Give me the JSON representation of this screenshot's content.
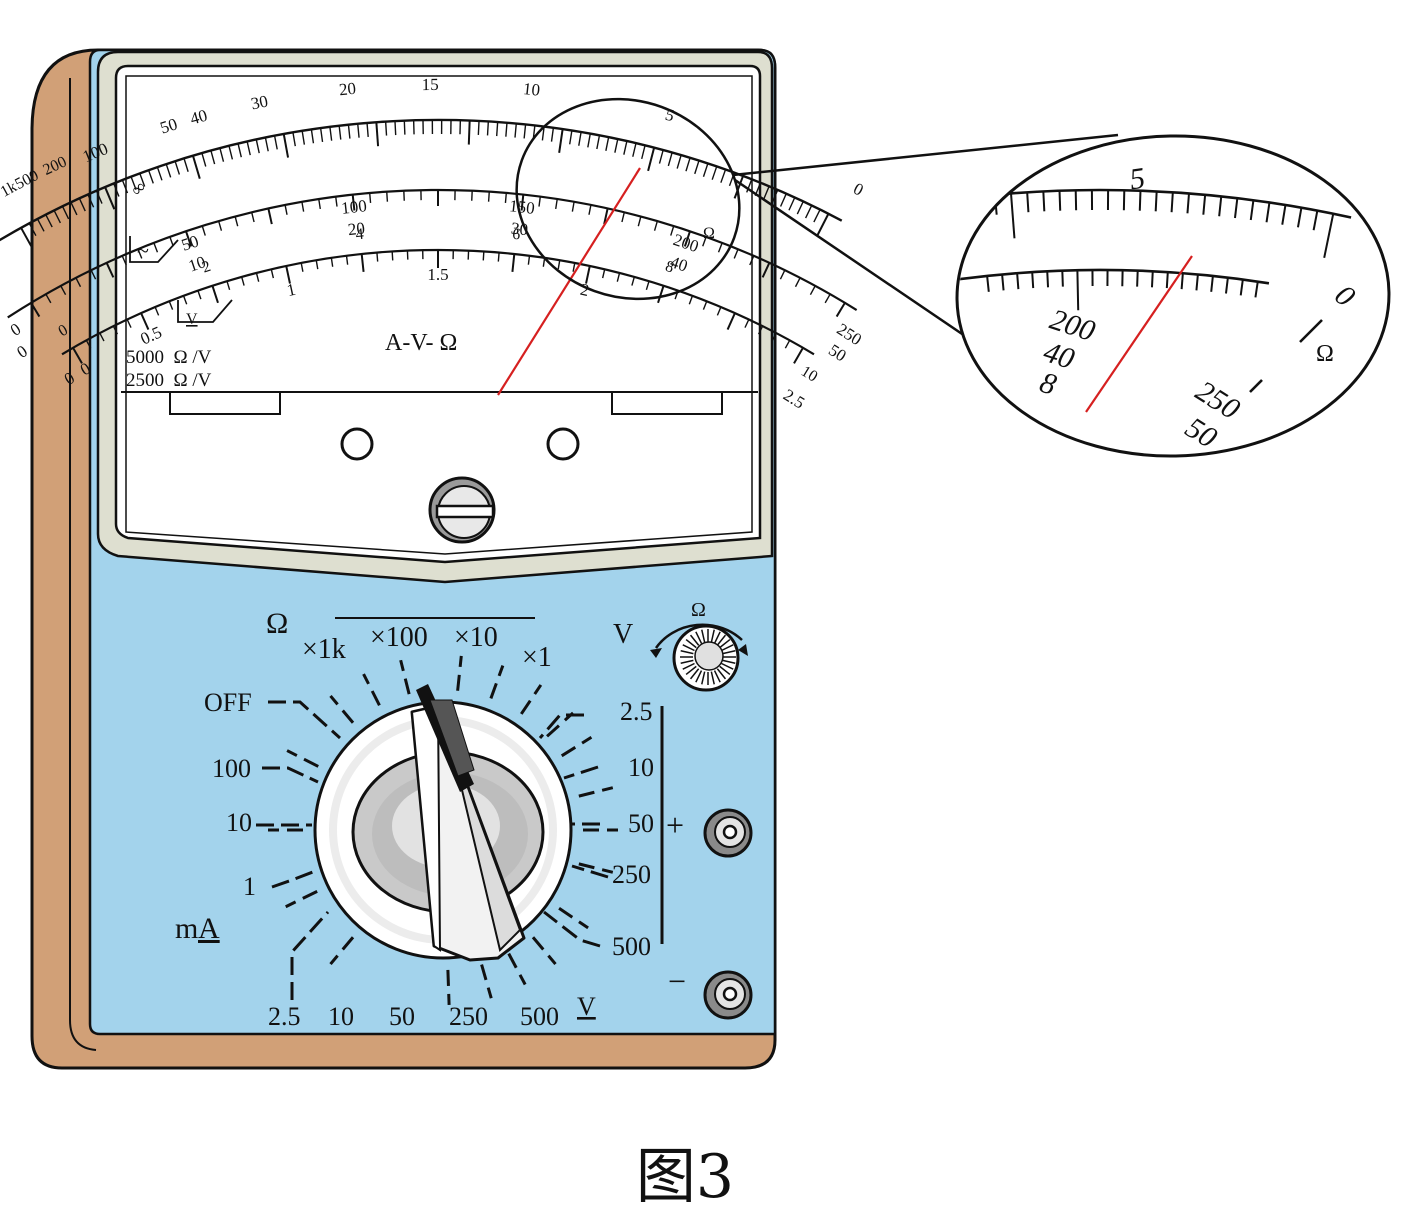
{
  "caption": "图3",
  "colors": {
    "body": "#d1a077",
    "panel": "#a3d3ec",
    "bezel": "#dedfd0",
    "needle": "#d62020",
    "ink": "#111111"
  },
  "meter": {
    "ohm_scale": [
      "∞",
      "1k",
      "500",
      "200",
      "100",
      "50",
      "40",
      "30",
      "20",
      "15",
      "10",
      "5",
      "0"
    ],
    "ohm_symbol": "Ω",
    "mid_scale": [
      "0",
      "50",
      "100",
      "150",
      "200",
      "250"
    ],
    "mid_scale_b": [
      "0",
      "10",
      "20",
      "30",
      "40",
      "50"
    ],
    "low_scale": [
      "0",
      "2",
      "4",
      "6",
      "8",
      "10"
    ],
    "v_scale": [
      "0",
      "0.5",
      "1",
      "1.5",
      "2",
      "2.5"
    ],
    "v_scale_zero_b": "0",
    "ac_mark": "~",
    "dc_mark": "V",
    "center_text": "A-V- Ω",
    "sens_1": "5000  Ω /V",
    "sens_2": "2500  Ω /V"
  },
  "dial": {
    "ohm_symbol": "Ω",
    "ohm_ranges": [
      "×1k",
      "×100",
      "×10",
      "×1"
    ],
    "off": "OFF",
    "ma_ranges": [
      "100",
      "10",
      "1"
    ],
    "ma_unit_m": "m",
    "ma_unit_a": "A",
    "v_unit": "V",
    "bottom_ranges": [
      "2.5",
      "10",
      "50",
      "250",
      "500"
    ],
    "bottom_unit": "V",
    "dc_ranges": [
      "2.5",
      "10",
      "50",
      "250",
      "500"
    ],
    "ohm_adjust_v": "V",
    "ohm_adjust_symbol": "Ω",
    "plus": "+",
    "minus": "−"
  },
  "zoom": {
    "top_label": "5",
    "zero_label": "0",
    "ohm_symbol": "Ω",
    "lower_labels": [
      "200",
      "40",
      "8",
      "250",
      "50"
    ]
  }
}
